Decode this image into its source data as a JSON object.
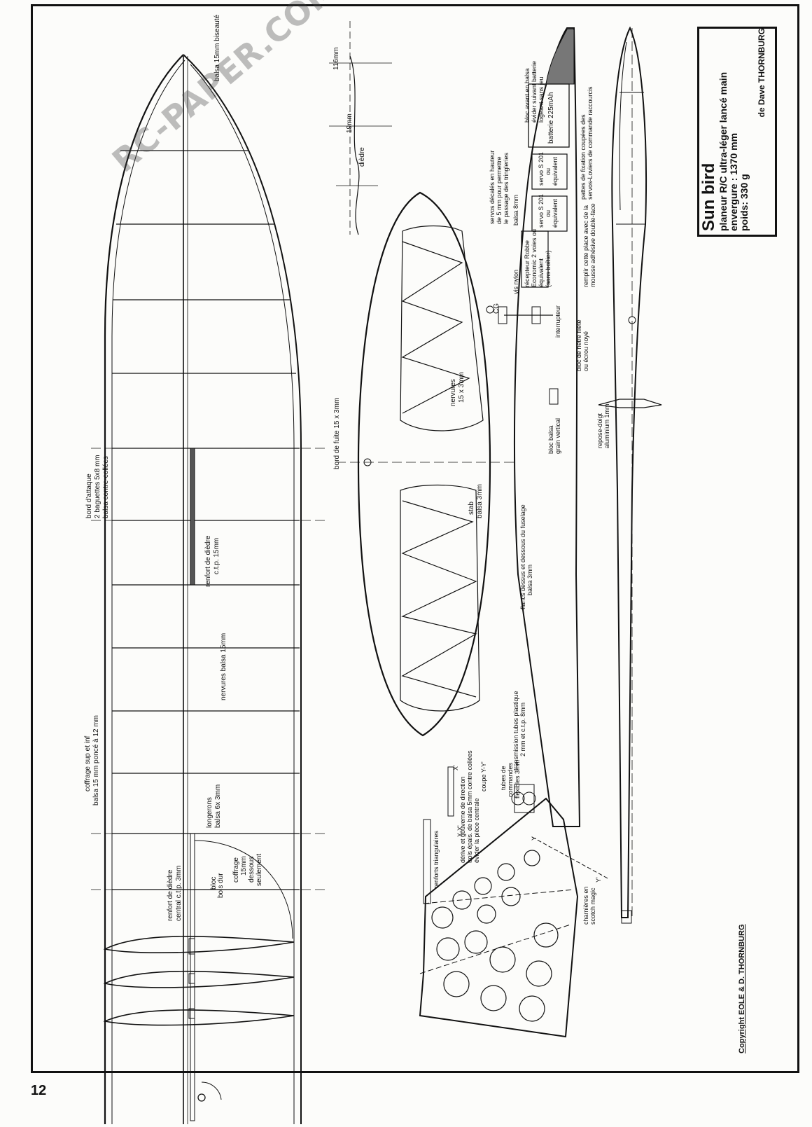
{
  "title_block": {
    "name": "Sun bird",
    "line1": "planeur R/C ultra-léger lancé main",
    "line2": "envergure : 1370 mm",
    "line3": "poids: 330 g",
    "author": "de Dave THORNBURG"
  },
  "watermark": "RC-PAPER.COM",
  "copyright": "Copyright EOLE & D. THORNBURG",
  "page_number": "12",
  "wing_labels": {
    "tip": "balsa 15mm biseauté",
    "trailing_edge": "bord de fuite 15 x 3mm",
    "leading_edge_1": "bord d'attaque",
    "leading_edge_2": "2 baguettes 5x8 mm",
    "leading_edge_3": "balsa contre-collées",
    "dihedral_brace_1": "renfort de dièdre",
    "dihedral_brace_2": "c.t.p. 15mm",
    "ribs": "nervures balsa 15mm",
    "coffrage_1": "coffrage sup et inf",
    "coffrage_2": "balsa 15 mm poncé à 12 mm",
    "longerons_1": "longerons",
    "longerons_2": "balsa 6x 3mm",
    "lower_coffrage_1": "coffrage",
    "lower_coffrage_2": "15mm",
    "lower_coffrage_3": "dessous",
    "lower_coffrage_4": "seulement",
    "central_brace_1": "renfort de dièdre",
    "central_brace_2": "central c.t.p. 3mm",
    "hardwood_block_1": "bloc",
    "hardwood_block_2": "bois dur"
  },
  "dihedral": {
    "dim_116": "116mm",
    "dim_19": "19mm",
    "label": "dièdre"
  },
  "stab_labels": {
    "ribs_1": "nervures",
    "ribs_2": "15 x 3mm",
    "stab_1": "stab",
    "stab_2": "balsa 3mm"
  },
  "fuselage_labels": {
    "nose_1": "bloc avant en balsa",
    "nose_2": "évider suivant batterie",
    "nose_3": "logeant sans jeu",
    "battery": "batterie 225mAh",
    "servos_1": "servos décalés en hauteur",
    "servos_2": "de 5 mm pour permettre",
    "servos_3": "le passage des tringleries",
    "balsa_8": "balsa 8mm",
    "servo_a_1": "servo S 201",
    "servo_a_2": "ou",
    "servo_a_3": "équivalent",
    "servo_b_1": "servo S 201",
    "servo_b_2": "ou",
    "servo_b_3": "équivalent",
    "mount_1": "pattes de fixation coupées des",
    "mount_2": "servos-Loviers de commande raccourcis",
    "fill_1": "remplir cette place avec de la",
    "fill_2": "mousse adhésive double-face",
    "receiver_1": "récepteur Robbe",
    "receiver_2": "Economic 2 voies ou",
    "receiver_3": "équivalent",
    "receiver_4": "(sans boîtier)",
    "nylon_screw": "vis nylon",
    "cg": "CG",
    "switch": "interrupteur",
    "dowel_1": "bloc de hêtre fileté",
    "dowel_2": "ou écrou noyé",
    "vertical_block_1": "bloc balsa",
    "vertical_block_2": "grain vertical",
    "finger_1": "repose-doigt",
    "finger_2": "aluminium 1mm",
    "sides": "flancs dessus et dessous du fuselage",
    "sides_2": "balsa 3mm",
    "transmission_1": "transmission tubes plastique",
    "transmission_2": "2 mm et c.t.p. 8mm",
    "tubes_1": "tubes de",
    "tubes_2": "commandes",
    "tubes_3": "flexibles 3mm",
    "section": "coupe Y-Y'",
    "fin_1": "dérive et gouverne de direction",
    "fin_2": "trois épais. de balsa 5mm contre collées",
    "fin_3": "évider la pièce centrale",
    "triangular": "renforts triangulaires",
    "hinges_1": "charnières en",
    "hinges_2": "scotch magic",
    "x_label": "X'",
    "xx_label": "X-X'",
    "y_label": "Y",
    "y2_label": "Y'"
  }
}
